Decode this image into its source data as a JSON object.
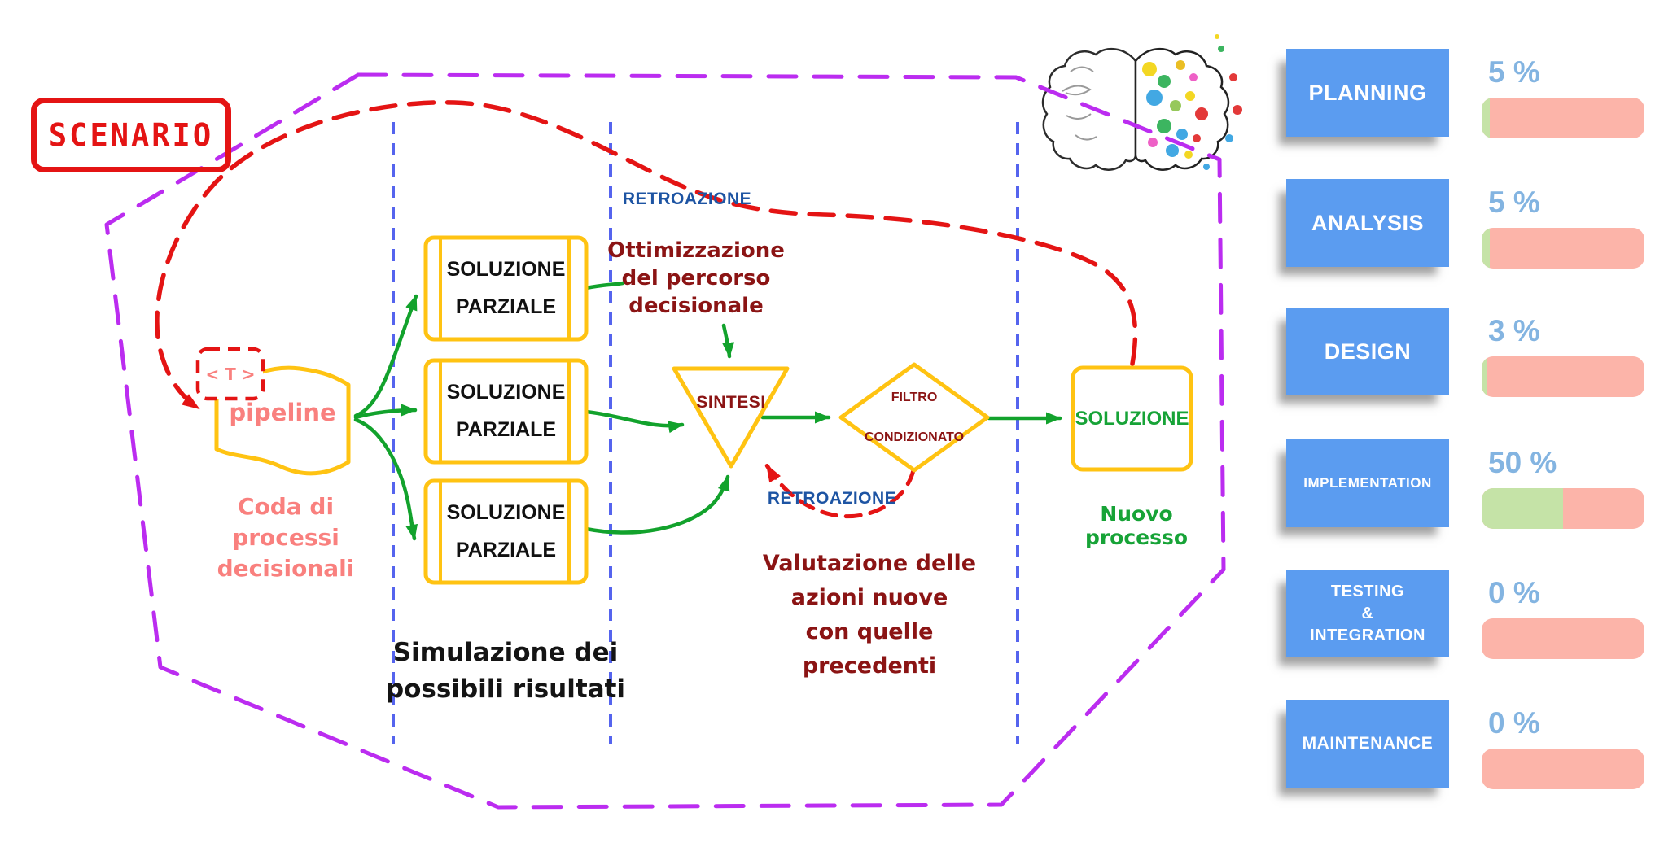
{
  "scenario": {
    "label": "SCENARIO"
  },
  "diagram": {
    "t_box_label": "< T >",
    "pipeline_label": "pipeline",
    "queue_caption": "Coda di processi\ndecisionali",
    "partial_boxes": [
      {
        "line1": "SOLUZIONE",
        "line2": "PARZIALE"
      },
      {
        "line1": "SOLUZIONE",
        "line2": "PARZIALE"
      },
      {
        "line1": "SOLUZIONE",
        "line2": "PARZIALE"
      }
    ],
    "simulation_caption": "Simulazione dei\npossibili risultati",
    "optimization_caption": "Ottimizzazione\ndel percorso\ndecisionale",
    "feedback_top_label": "RETROAZIONE",
    "feedback_bottom_label": "RETROAZIONE",
    "synthesis_label": "SINTESI",
    "filter_line1": "FILTRO",
    "filter_line2": "CONDIZIONATO",
    "evaluation_caption": "Valutazione delle\nazioni nuove\ncon quelle precedenti",
    "solution_label": "SOLUZIONE",
    "new_process_caption": "Nuovo\nprocesso"
  },
  "phases": [
    {
      "label": "PLANNING",
      "percent_label": "5 %",
      "percent": 5
    },
    {
      "label": "ANALYSIS",
      "percent_label": "5 %",
      "percent": 5
    },
    {
      "label": "DESIGN",
      "percent_label": "3 %",
      "percent": 3
    },
    {
      "label": "IMPLEMENTATION",
      "percent_label": "50 %",
      "percent": 50
    },
    {
      "label": "TESTING\n&\nINTEGRATION",
      "percent_label": "0 %",
      "percent": 0
    },
    {
      "label": "MAINTENANCE",
      "percent_label": "0 %",
      "percent": 0
    }
  ],
  "colors": {
    "scenario_red": "#e41414",
    "flow_yellow": "#ffc312",
    "arrow_green": "#12a22c",
    "text_green": "#17a337",
    "salmon": "#f9807e",
    "dark_red_text": "#8b1414",
    "feedback_blue": "#1d54a3",
    "boundary_purple": "#bb2cf0",
    "lane_blue": "#5564ee",
    "note_blue": "#5b9cf0",
    "percent_blue": "#83b4e1",
    "bar_pink": "#fcb4a9",
    "bar_green": "#c5e3a7"
  }
}
